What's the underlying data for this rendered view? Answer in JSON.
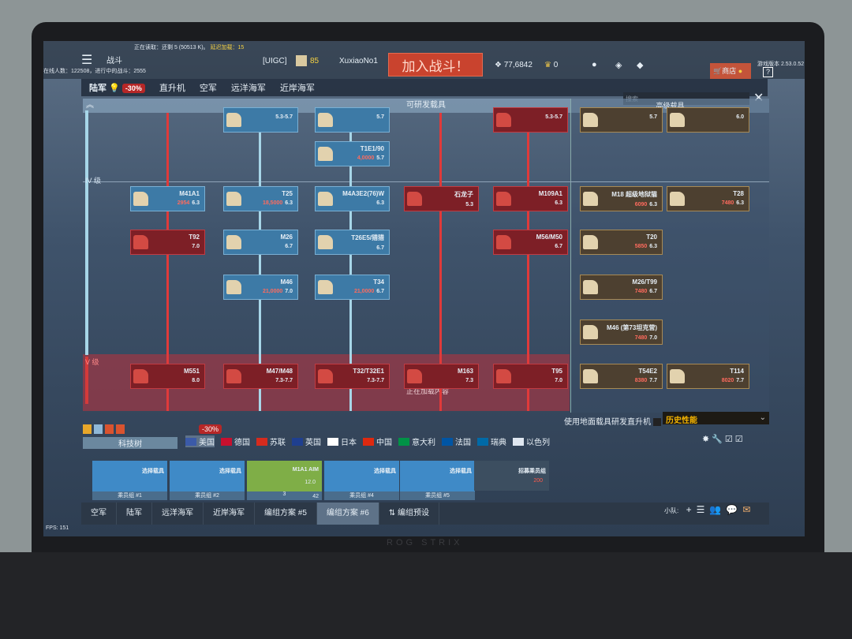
{
  "top": {
    "loading": "正在读取：还剩 5 (50513 K)。",
    "loading2": "延迟加载：15",
    "menu": "战斗",
    "online": "在线人数：122508，进行中的战斗：2555",
    "squadron": "[UIGC]",
    "level": "85",
    "username": "XuxiaoNo1",
    "join": "加入战斗！",
    "silver": "77,6842",
    "gold": "0",
    "shop": "商店",
    "version": "游戏版本 2.53.0.52",
    "help": "?"
  },
  "nav": {
    "tabs": [
      "陆军",
      "直升机",
      "空军",
      "远洋海军",
      "近岸海军"
    ],
    "discount": "-30%",
    "search_placeholder": "搜索"
  },
  "tree": {
    "header": "可研发载具",
    "premium_header": "高级载具",
    "tier4": "IV 级",
    "tier5": "V 级",
    "loading": "正在加载内容"
  },
  "vehicles": [
    {
      "name": "",
      "br": "5.3-5.7",
      "state": "own",
      "col": 1,
      "row": -1
    },
    {
      "name": "",
      "br": "5.7",
      "state": "own",
      "col": 2,
      "row": -1
    },
    {
      "name": "",
      "br": "5.3-5.7",
      "state": "locked",
      "col": 4,
      "row": -1
    },
    {
      "name": "",
      "br": "5.7",
      "cost": "",
      "state": "prem",
      "col": 5,
      "row": -1
    },
    {
      "name": "",
      "br": "6.0",
      "state": "prem",
      "col": 6,
      "row": -1
    },
    {
      "name": "T1E1/90",
      "br": "5.7",
      "cost": "4,0000",
      "state": "own",
      "col": 2,
      "row": 0
    },
    {
      "name": "M41A1",
      "br": "6.3",
      "cost": "2954",
      "state": "own",
      "col": 0,
      "row": 1
    },
    {
      "name": "T25",
      "br": "6.3",
      "cost": "18,5000",
      "state": "own",
      "col": 1,
      "row": 1
    },
    {
      "name": "M4A3E2(76)W",
      "br": "6.3",
      "state": "own",
      "col": 2,
      "row": 1
    },
    {
      "name": "石龙子",
      "br": "5.3",
      "state": "locked",
      "col": 3,
      "row": 1
    },
    {
      "name": "M109A1",
      "br": "6.3",
      "state": "locked",
      "col": 4,
      "row": 1
    },
    {
      "name": "M18 超级地狱猫",
      "br": "6.3",
      "cost": "6090",
      "state": "prem",
      "col": 5,
      "row": 1
    },
    {
      "name": "T28",
      "br": "6.3",
      "cost": "7480",
      "state": "prem",
      "col": 6,
      "row": 1
    },
    {
      "name": "T92",
      "br": "7.0",
      "state": "locked",
      "col": 0,
      "row": 2
    },
    {
      "name": "M26",
      "br": "6.7",
      "state": "own",
      "col": 1,
      "row": 2
    },
    {
      "name": "T26E5/猎猎",
      "br": "6.7",
      "state": "own",
      "col": 2,
      "row": 2
    },
    {
      "name": "M56/M50",
      "br": "6.7",
      "state": "locked",
      "col": 4,
      "row": 2
    },
    {
      "name": "T20",
      "br": "6.3",
      "cost": "5850",
      "state": "prem",
      "col": 5,
      "row": 2
    },
    {
      "name": "M46",
      "br": "7.0",
      "cost": "21,0000",
      "state": "own",
      "col": 1,
      "row": 3
    },
    {
      "name": "T34",
      "br": "6.7",
      "cost": "21,0000",
      "state": "own",
      "col": 2,
      "row": 3
    },
    {
      "name": "M26/T99",
      "br": "6.7",
      "cost": "7480",
      "state": "prem",
      "col": 5,
      "row": 3
    },
    {
      "name": "M46 (第73坦克营)",
      "br": "7.0",
      "cost": "7480",
      "state": "prem",
      "col": 5,
      "row": 4
    },
    {
      "name": "M551",
      "br": "8.0",
      "state": "locked",
      "col": 0,
      "row": 5
    },
    {
      "name": "M47/M48",
      "br": "7.3-7.7",
      "state": "locked",
      "col": 1,
      "row": 5
    },
    {
      "name": "T32/T32E1",
      "br": "7.3-7.7",
      "state": "locked",
      "col": 2,
      "row": 5
    },
    {
      "name": "M163",
      "br": "7.3",
      "state": "locked",
      "col": 3,
      "row": 5
    },
    {
      "name": "T95",
      "br": "7.0",
      "state": "locked",
      "col": 4,
      "row": 5
    },
    {
      "name": "T54E2",
      "br": "7.7",
      "cost": "8380",
      "state": "prem",
      "col": 5,
      "row": 5
    },
    {
      "name": "T114",
      "br": "7.7",
      "cost": "8020",
      "state": "prem",
      "col": 6,
      "row": 5
    }
  ],
  "options": {
    "heli_label": "使用地面载具研发直升机",
    "mode": "历史性能",
    "techtree": "科技树",
    "discount": "-30%"
  },
  "countries": [
    {
      "name": "美国",
      "color": "#3b5aa8"
    },
    {
      "name": "德国",
      "color": "#c8102e"
    },
    {
      "name": "苏联",
      "color": "#d52b1e"
    },
    {
      "name": "英国",
      "color": "#1f3f8f"
    },
    {
      "name": "日本",
      "color": "#ffffff"
    },
    {
      "name": "中国",
      "color": "#de2910"
    },
    {
      "name": "意大利",
      "color": "#009246"
    },
    {
      "name": "法国",
      "color": "#0055a4"
    },
    {
      "name": "瑞典",
      "color": "#006aa7"
    },
    {
      "name": "以色列",
      "color": "#dfe6f0"
    }
  ],
  "crews": [
    {
      "sel": "选择载具",
      "label": "乘员组 #1"
    },
    {
      "sel": "选择载具",
      "label": "乘员组 #2"
    },
    {
      "sel": "M1A1 AIM",
      "label": "3",
      "br": "12.0",
      "count": "42"
    },
    {
      "sel": "选择载具",
      "label": "乘员组 #4"
    },
    {
      "sel": "选择载具",
      "label": "乘员组 #5"
    },
    {
      "sel": "招募乘员组",
      "label": "",
      "cost": "200"
    }
  ],
  "bottom_tabs": [
    "空军",
    "陆军",
    "远洋海军",
    "近岸海军",
    "编组方案 #5",
    "编组方案 #6",
    "⇅ 编组预设"
  ],
  "squad_label": "小队:",
  "fps": "FPS: 151"
}
